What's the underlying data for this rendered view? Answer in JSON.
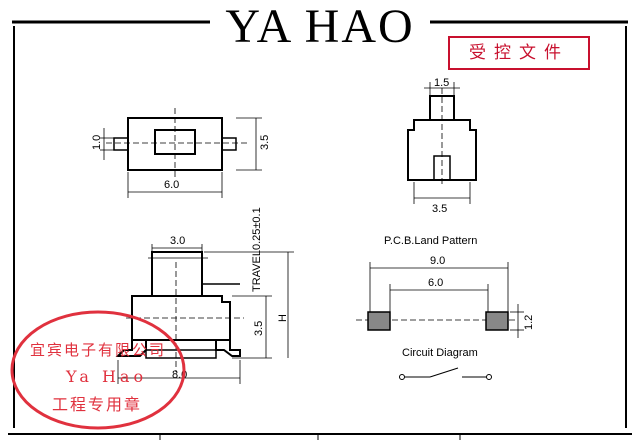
{
  "header": {
    "brand": "YA HAO",
    "control_stamp": "受控文件"
  },
  "top_view": {
    "width": "6.0",
    "height": "3.5",
    "pin": "1.0"
  },
  "side_view": {
    "actuator": "1.5",
    "base": "3.5"
  },
  "front_view": {
    "actuator": "3.0",
    "height": "3.5",
    "total": "H",
    "span": "8.0",
    "travel": "TRAVEL0.25±0.1"
  },
  "pcb": {
    "title": "P.C.B.Land Pattern",
    "outer": "9.0",
    "inner": "6.0",
    "pad": "1.2"
  },
  "circuit": {
    "title": "Circuit Diagram"
  },
  "seal": {
    "line1": "宜宾电子有限公司",
    "line2": "Ya Hao",
    "line3": "工程专用章"
  },
  "colors": {
    "seal": "#e0313e",
    "stamp": "#c8102e",
    "line": "#000000"
  }
}
